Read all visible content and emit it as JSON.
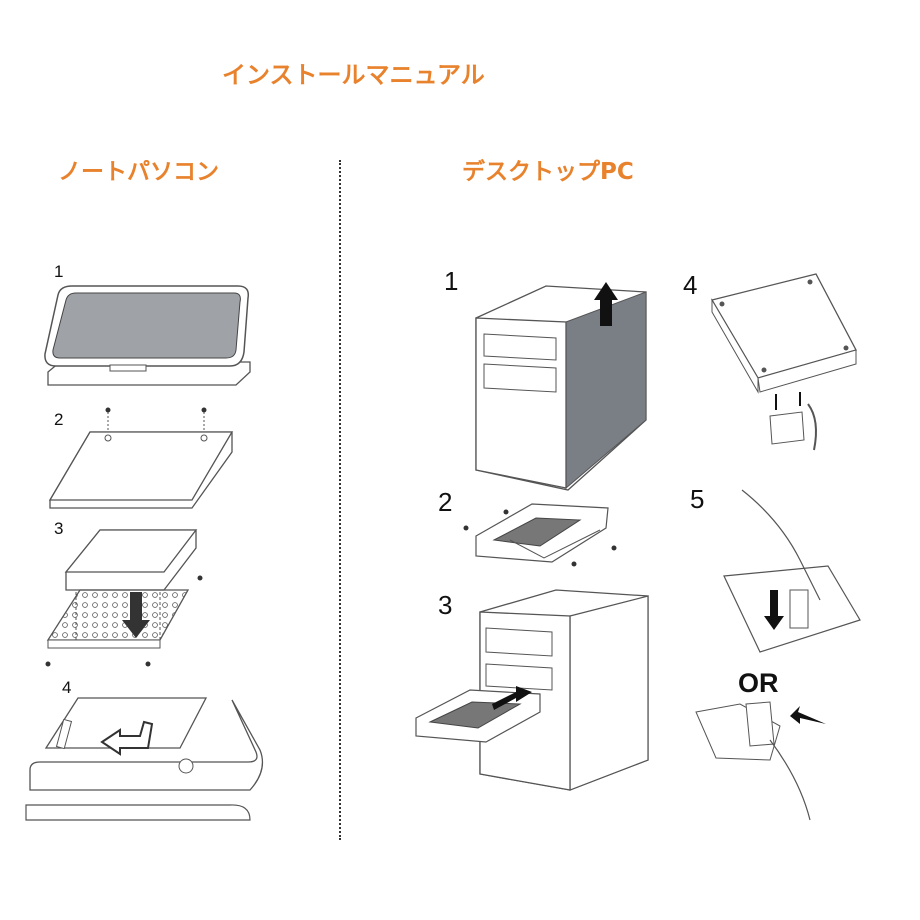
{
  "header": {
    "title": "インストールマニュアル"
  },
  "laptop": {
    "heading": "ノートパソコン",
    "steps": [
      "1",
      "2",
      "3",
      "4"
    ]
  },
  "desktop": {
    "heading": "デスクトップPC",
    "steps": [
      "1",
      "2",
      "3",
      "4",
      "5"
    ],
    "or_label": "OR"
  }
}
